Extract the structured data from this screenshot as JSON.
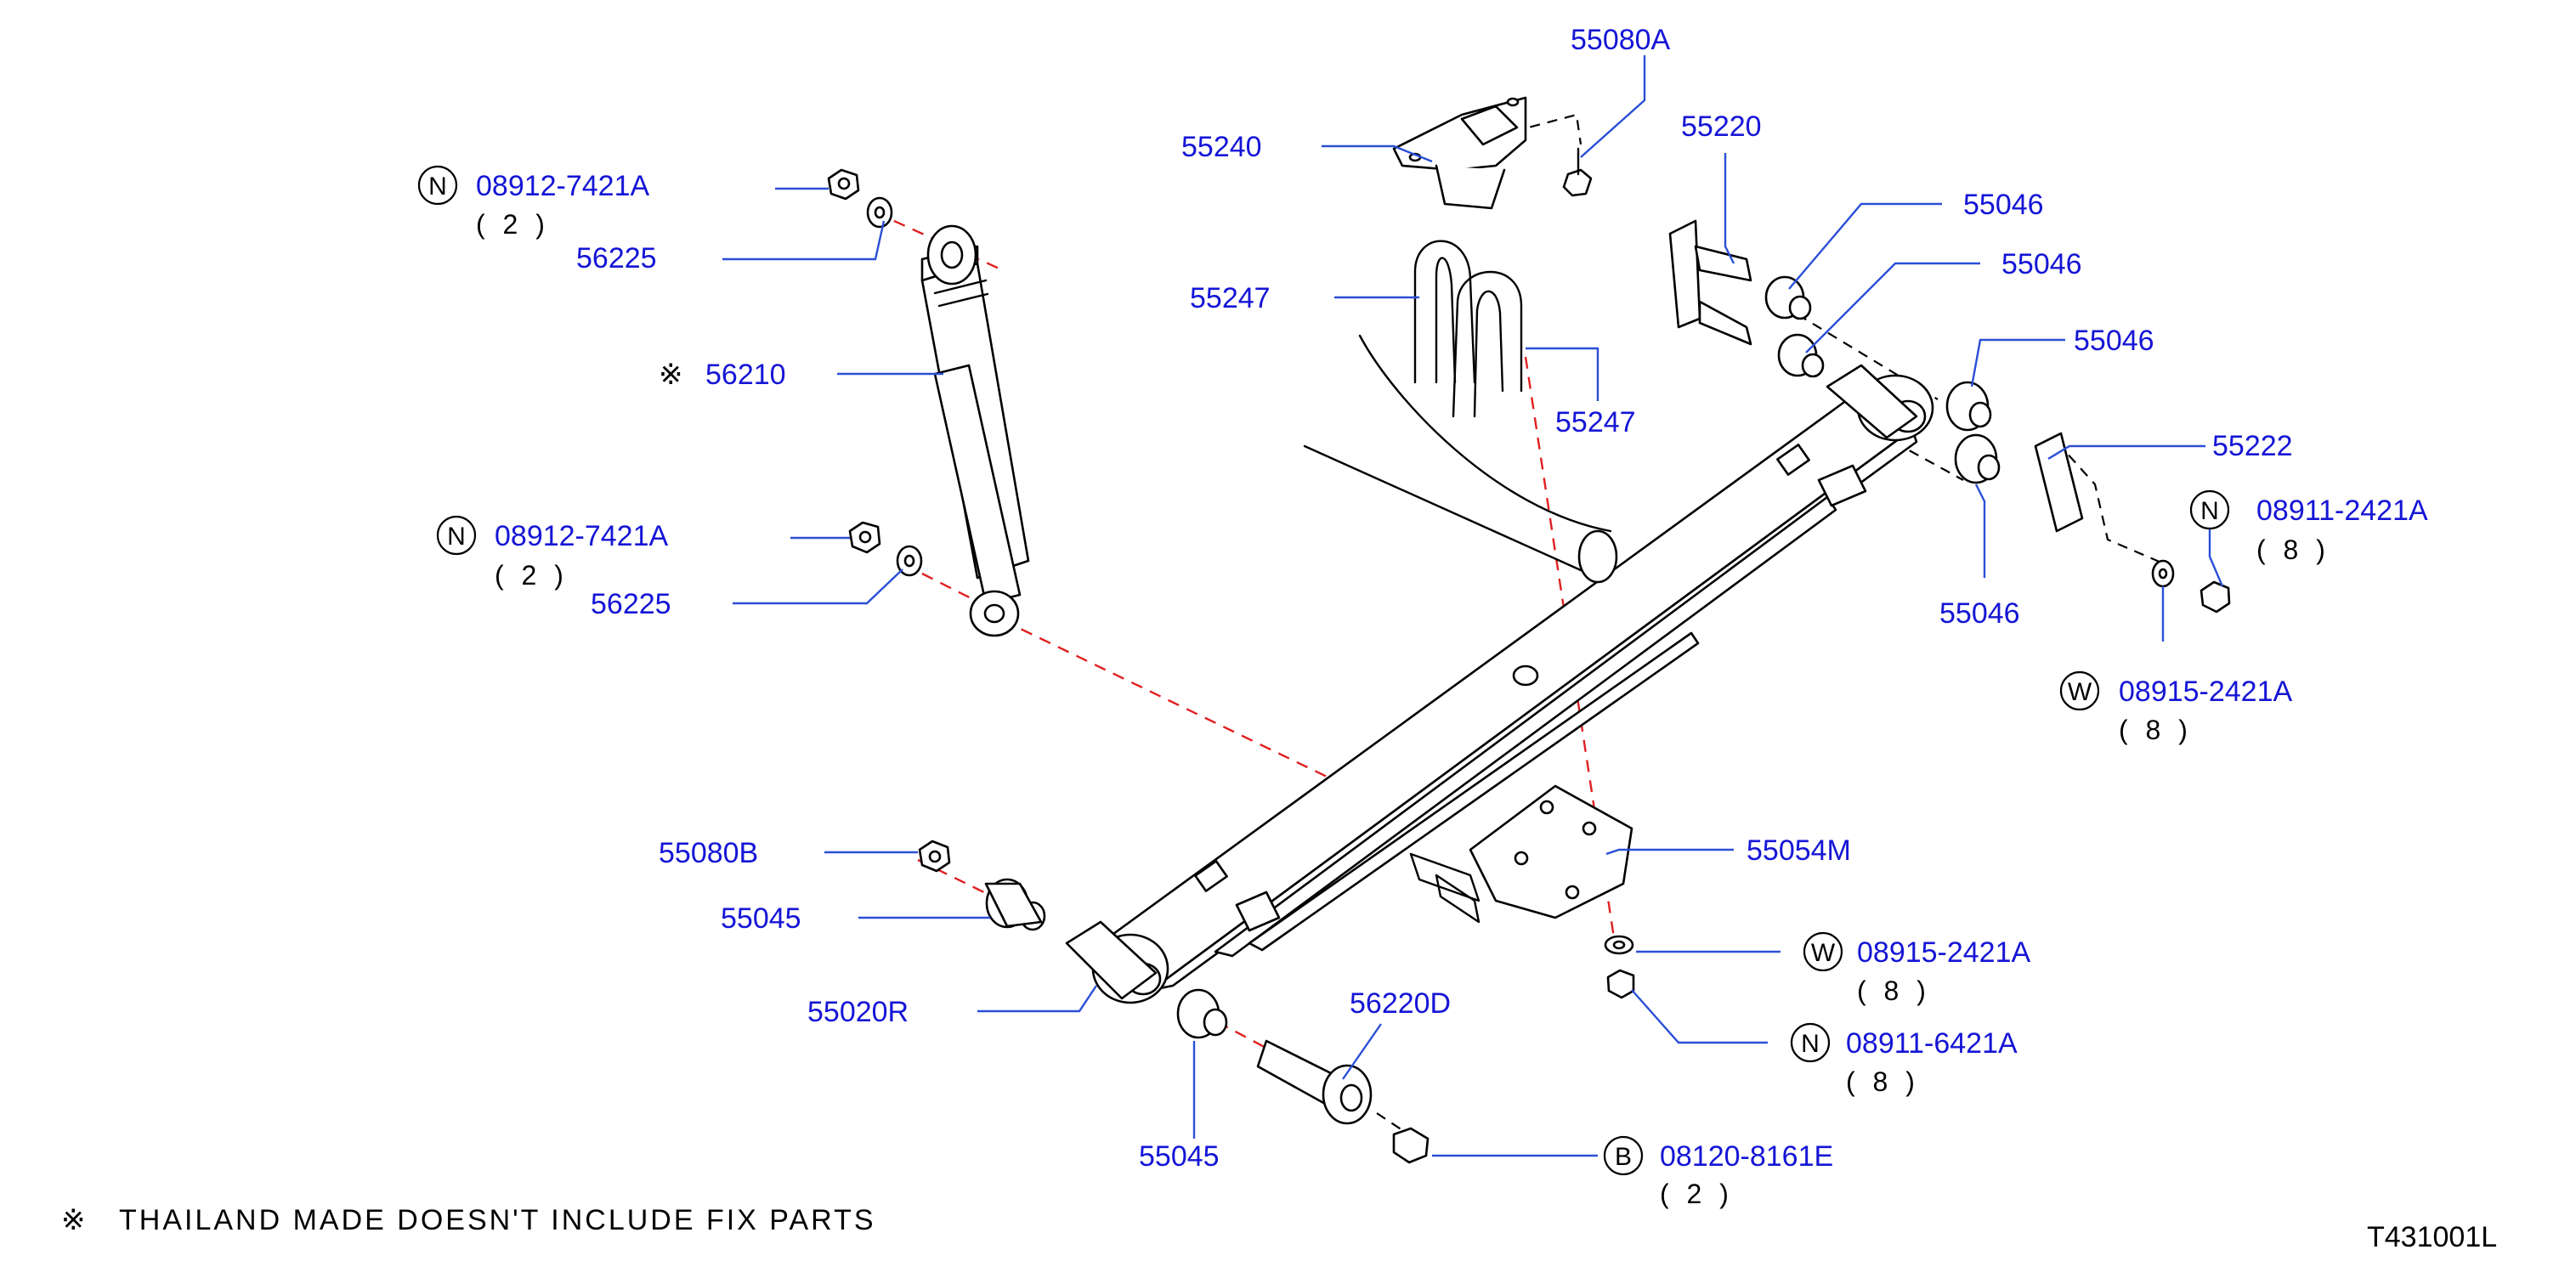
{
  "labels": {
    "p55080A": "55080A",
    "p55240": "55240",
    "p55220": "55220",
    "p55046_a": "55046",
    "p55046_b": "55046",
    "p55046_c": "55046",
    "p55046_d": "55046",
    "p55222": "55222",
    "p08911_2421A": "08911-2421A",
    "q08911_2421A": "( 8 )",
    "p08915_2421A_a": "08915-2421A",
    "q08915_2421A_a": "( 8 )",
    "p08912_top": "08912-7421A",
    "q08912_top": "( 2 )",
    "p56225_top": "56225",
    "p56210": "56210",
    "p08912_mid": "08912-7421A",
    "q08912_mid": "( 2 )",
    "p56225_mid": "56225",
    "p55247_a": "55247",
    "p55247_b": "55247",
    "p55080B": "55080B",
    "p55045_a": "55045",
    "p55020R": "55020R",
    "p55045_b": "55045",
    "p56220D": "56220D",
    "p55054M": "55054M",
    "p08915_2421A_b": "08915-2421A",
    "q08915_2421A_b": "( 8 )",
    "p08911_6421A": "08911-6421A",
    "q08911_6421A": "( 8 )",
    "p08120_8161E": "08120-8161E",
    "q08120_8161E": "( 2 )"
  },
  "symbols": {
    "nut": "N",
    "washer": "W",
    "bolt": "B",
    "reference_mark": "※"
  },
  "footnote": "THAILAND MADE DOESN'T INCLUDE FIX PARTS",
  "diagram_code": "T431001L",
  "colors": {
    "part_number_text": "#1515d6",
    "leader_line": "#2a4fd6",
    "alignment_line": "#e02020",
    "drawing": "#000000"
  }
}
